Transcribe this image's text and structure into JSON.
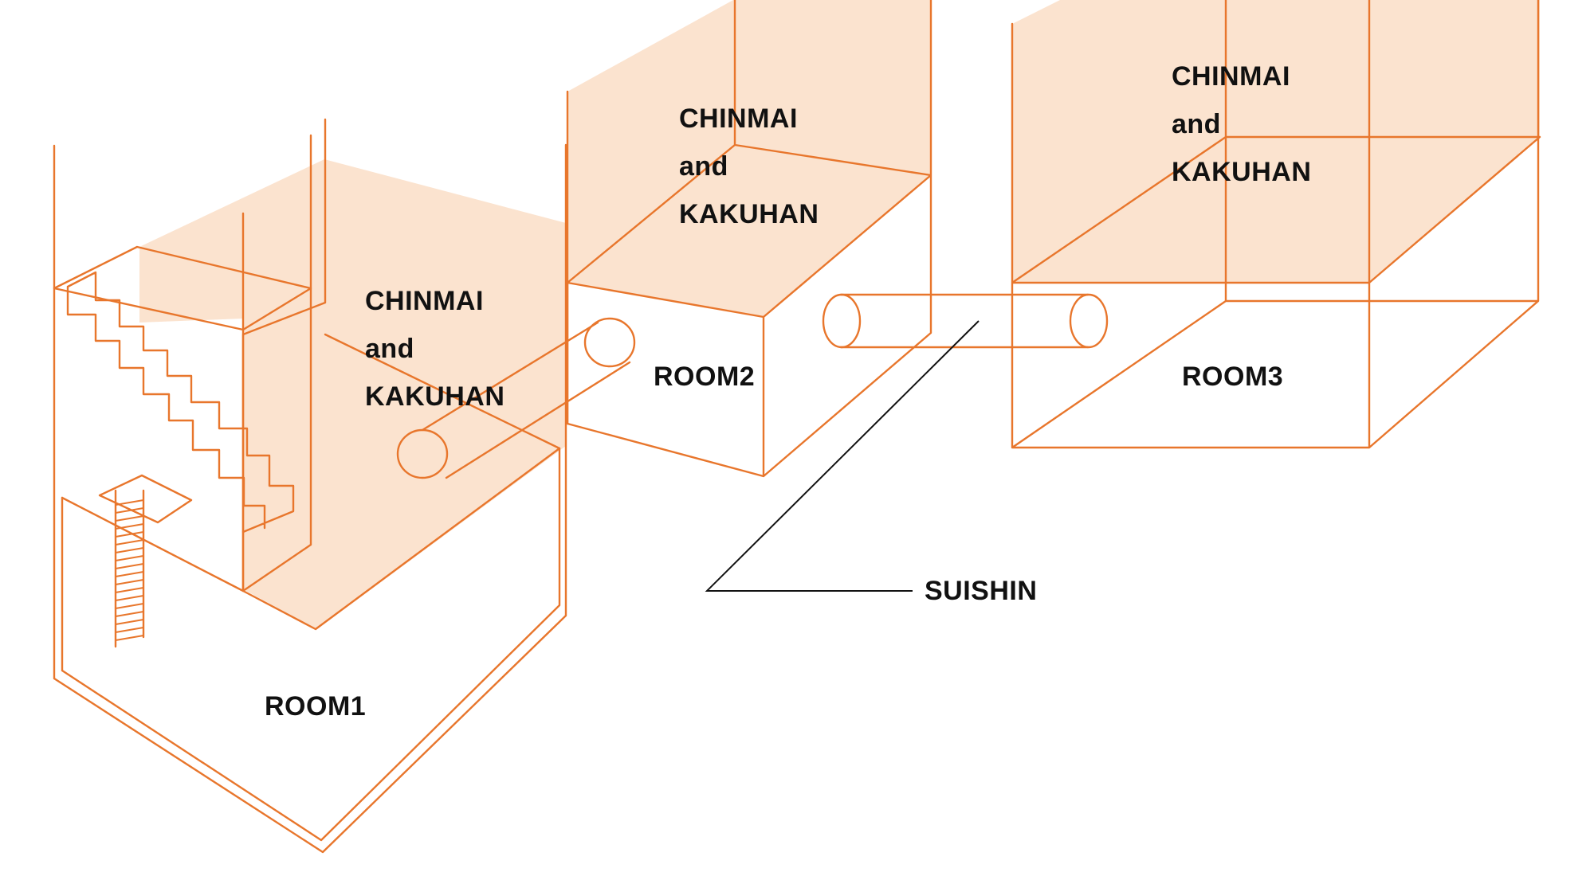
{
  "colors": {
    "line": "#e8762c",
    "fill": "#fbe3cf",
    "leader": "#111111",
    "text": "#111111"
  },
  "rooms": [
    {
      "name": "ROOM1",
      "stage_lines": [
        "CHINMAI",
        "and",
        "KAKUHAN"
      ]
    },
    {
      "name": "ROOM2",
      "stage_lines": [
        "CHINMAI",
        "and",
        "KAKUHAN"
      ]
    },
    {
      "name": "ROOM3",
      "stage_lines": [
        "CHINMAI",
        "and",
        "KAKUHAN"
      ]
    }
  ],
  "pipe_label": "SUISHIN"
}
